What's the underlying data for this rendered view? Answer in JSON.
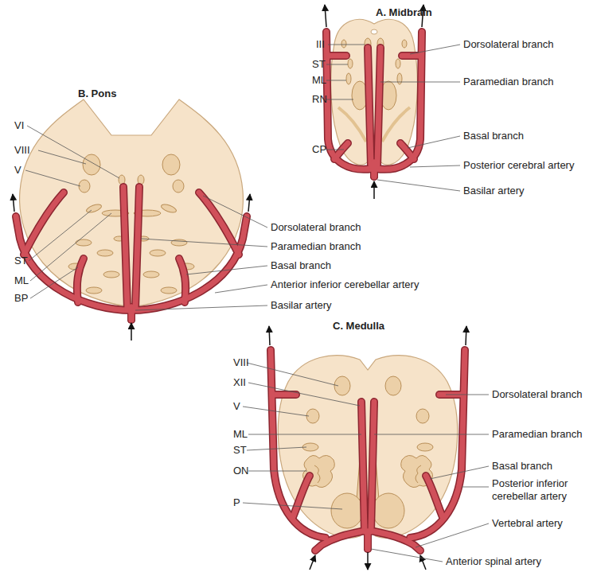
{
  "diagram": {
    "labels": [
      "A. Midbrain",
      "III",
      "ST",
      "ML",
      "RN",
      "CP",
      "Dorsolateral branch",
      "Paramedian branch",
      "Basal branch",
      "Posterior cerebral artery",
      "Basilar artery",
      "B. Pons",
      "VI",
      "VIII",
      "V",
      "ST",
      "ML",
      "BP",
      "Dorsolateral branch",
      "Paramedian branch",
      "Basal branch",
      "Anterior inferior cerebellar artery",
      "Basilar artery",
      "C. Medulla",
      "VIII",
      "XII",
      "V",
      "ML",
      "ST",
      "ON",
      "P",
      "Dorsolateral branch",
      "Paramedian branch",
      "Basal branch",
      "Posterior inferior cerebellar artery",
      "Vertebral artery",
      "Anterior spinal artery"
    ]
  }
}
